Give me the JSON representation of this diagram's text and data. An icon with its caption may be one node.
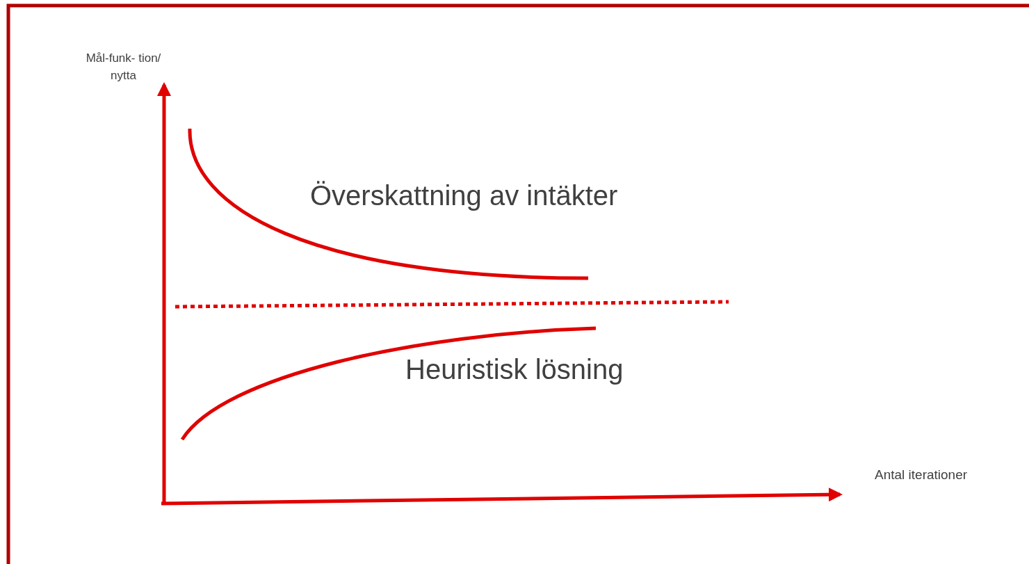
{
  "diagram": {
    "labels": [
      "Mål-funk- tion/ nytta",
      "Överskattning av intäkter",
      "Heuristisk lösning",
      "Antal iterationer"
    ]
  }
}
